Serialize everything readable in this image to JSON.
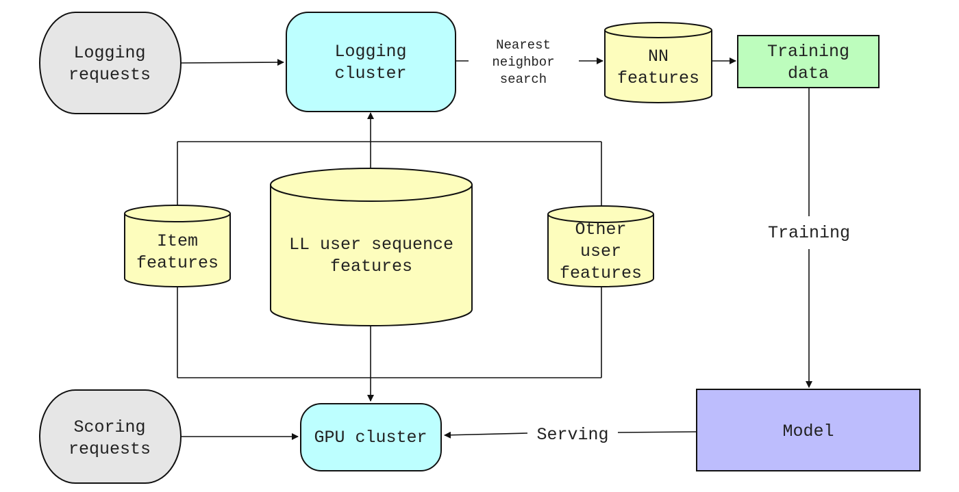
{
  "colors": {
    "stroke": "#111111",
    "request_fill": "#e6e6e6",
    "cluster_fill": "#bdffff",
    "store_fill": "#fdfdbd",
    "training_fill": "#bdfdbd",
    "model_fill": "#bdbdfd"
  },
  "nodes": {
    "logging_requests": {
      "line1": "Logging",
      "line2": "requests"
    },
    "logging_cluster": {
      "line1": "Logging",
      "line2": "cluster"
    },
    "nn_features": {
      "line1": "NN",
      "line2": "features"
    },
    "training_data": {
      "line1": "Training",
      "line2": "data"
    },
    "item_features": {
      "line1": "Item",
      "line2": "features"
    },
    "ll_user_sequence_features": {
      "line1": "LL user sequence",
      "line2": "features"
    },
    "other_user_features": {
      "line1": "Other",
      "line2": "user",
      "line3": "features"
    },
    "scoring_requests": {
      "line1": "Scoring",
      "line2": "requests"
    },
    "gpu_cluster": {
      "line1": "GPU cluster"
    },
    "model": {
      "line1": "Model"
    }
  },
  "edge_labels": {
    "nearest_neighbor_search": {
      "line1": "Nearest",
      "line2": "neighbor",
      "line3": "search"
    },
    "training": "Training",
    "serving": "Serving"
  }
}
